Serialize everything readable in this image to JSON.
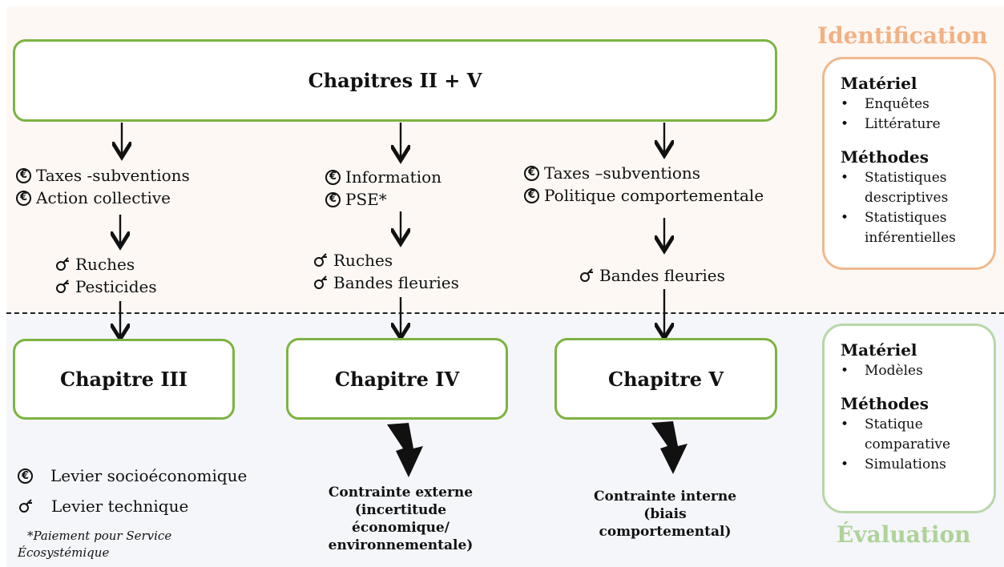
{
  "colors": {
    "green": "#7cb342",
    "orange": "#f0b98d",
    "light_green": "#b7d7a8",
    "orange_title": "#f2b184",
    "green_title": "#aed39a"
  },
  "main_box": {
    "label": "Chapitres II + V"
  },
  "columns": [
    {
      "levers": [
        "Taxes -subventions",
        "Action collective"
      ],
      "techs": [
        "Ruches",
        "Pesticides"
      ],
      "chapter": "Chapitre III"
    },
    {
      "levers": [
        "Information",
        "PSE*"
      ],
      "techs": [
        "Ruches",
        "Bandes fleuries"
      ],
      "chapter": "Chapitre IV"
    },
    {
      "levers": [
        "Taxes –subventions",
        "Politique comportementale"
      ],
      "techs": [
        "Bandes fleuries"
      ],
      "chapter": "Chapitre V"
    }
  ],
  "constraints": [
    {
      "lines": [
        "Contrainte externe",
        "(incertitude",
        "économique/",
        "environnementale)"
      ]
    },
    {
      "lines": [
        "Contrainte interne",
        "(biais",
        "comportemental)"
      ]
    }
  ],
  "legend": {
    "socio": "Levier socioéconomique",
    "tech": "Levier technique"
  },
  "footnote": {
    "line1": "*Paiement pour Service",
    "line2": "Écosystémique"
  },
  "identification": {
    "title": "Identification",
    "materiel_heading": "Matériel",
    "materiel": [
      "Enquêtes",
      "Littérature"
    ],
    "methodes_heading": "Méthodes",
    "methodes": [
      "Statistiques descriptives",
      "Statistiques inférentielles"
    ]
  },
  "evaluation": {
    "title": "Évaluation",
    "materiel_heading": "Matériel",
    "materiel": [
      "Modèles"
    ],
    "methodes_heading": "Méthodes",
    "methodes": [
      "Statique comparative",
      "Simulations"
    ]
  }
}
